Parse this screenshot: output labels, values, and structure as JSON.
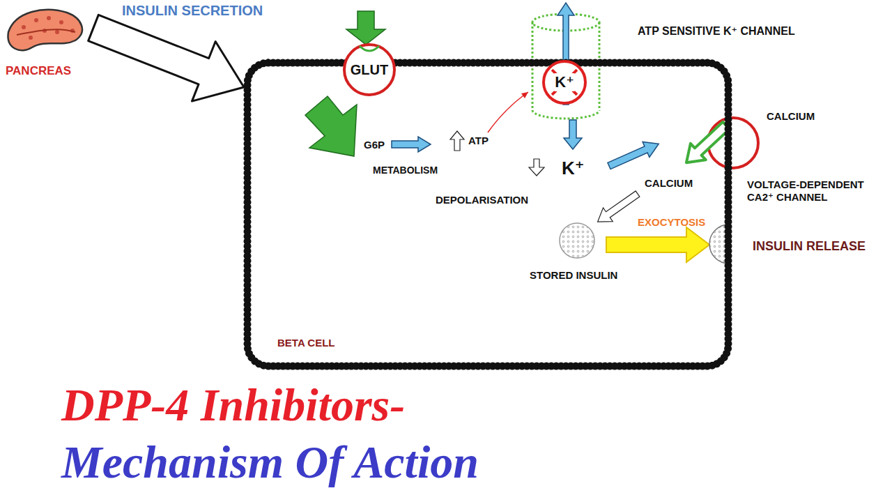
{
  "diagram": {
    "title": "DPP-4 Inhibitors- Mechanism Of Action",
    "nodes": [
      {
        "text": [
          "PANCREAS"
        ]
      },
      {
        "text": [
          "BETA CELL"
        ]
      },
      {
        "text": [
          "GLUT"
        ],
        "in": 1
      },
      {
        "text": [
          "K⁺"
        ],
        "in": 1
      }
    ],
    "edges": [
      {
        "from": 0,
        "to": 1,
        "arrow": "to"
      }
    ],
    "labels": [
      "INSULIN SECRETION",
      "ATP SENSITIVE K⁺ CHANNEL",
      "G6P",
      "ATP",
      "METABOLISM",
      "K⁺",
      "DEPOLARISATION",
      "CALCIUM",
      "CALCIUM",
      "VOLTAGE-DEPENDENT CA2⁺ CHANNEL",
      "EXOCYTOSIS",
      "INSULIN RELEASE",
      "STORED INSULIN"
    ]
  }
}
